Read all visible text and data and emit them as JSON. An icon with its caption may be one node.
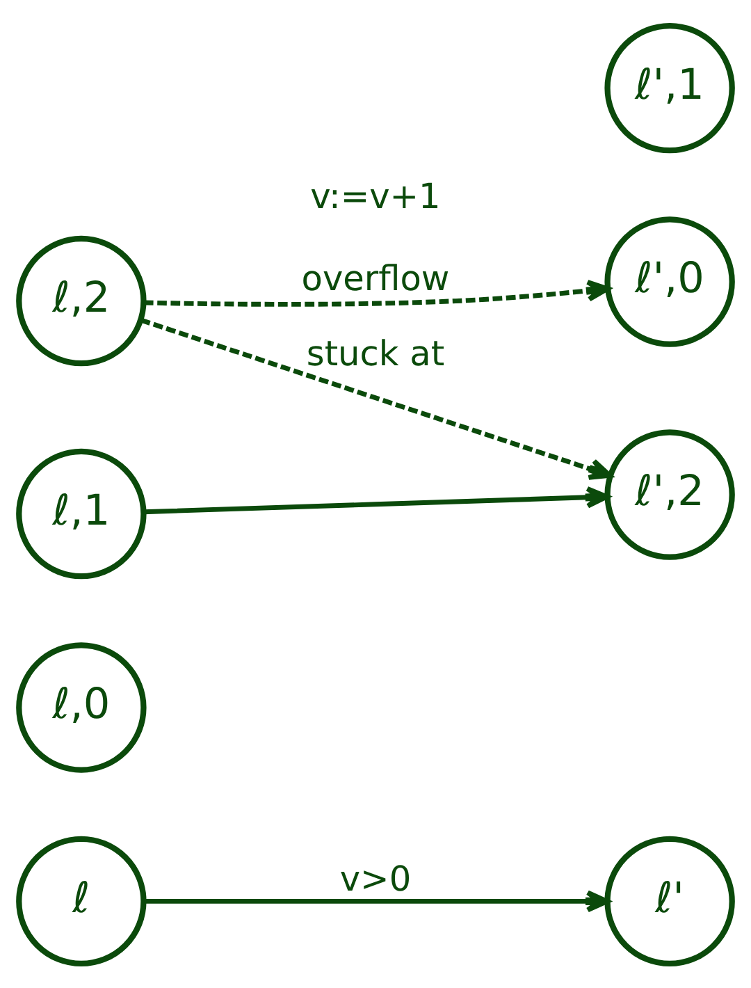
{
  "diagram": {
    "nodes": [
      {
        "text": [
          "ℓ"
        ]
      },
      {
        "text": [
          "ℓ'"
        ]
      },
      {
        "text": [
          "ℓ,0"
        ]
      },
      {
        "text": [
          "ℓ',0"
        ]
      },
      {
        "text": [
          "ℓ,1"
        ]
      },
      {
        "text": [
          "ℓ',1"
        ]
      },
      {
        "text": [
          "ℓ,2"
        ]
      },
      {
        "text": [
          "ℓ',2"
        ]
      }
    ],
    "edges": [
      {
        "from": 0,
        "to": 1,
        "arrow": "to",
        "label": "v>0"
      },
      {
        "from": 6,
        "to": 3,
        "arrow": "to",
        "style": "dashed",
        "label": "overflow"
      },
      {
        "from": 4,
        "to": 7,
        "arrow": "to"
      },
      {
        "from": 6,
        "to": 7,
        "arrow": "to",
        "style": "dashed",
        "label": "stuck at"
      }
    ],
    "labels": [
      "v:=v+1"
    ]
  }
}
